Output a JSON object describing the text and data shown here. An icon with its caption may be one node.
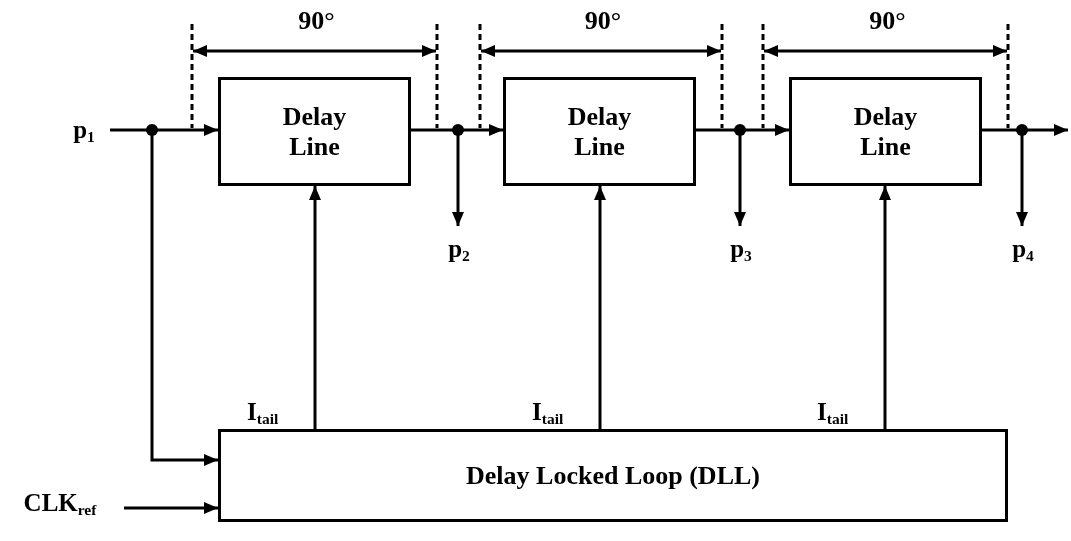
{
  "diagram": {
    "nodes": [
      {
        "text": [
          "p$_{1}$"
        ]
      },
      {
        "text": [
          "Delay Line"
        ]
      },
      {
        "text": [
          "Delay Line"
        ]
      },
      {
        "text": [
          "Delay Line"
        ]
      },
      {
        "text": [
          "Delay Locked Loop (DLL)"
        ]
      },
      {
        "text": [
          "p$_{2}$"
        ]
      },
      {
        "text": [
          "p$_{3}$"
        ]
      },
      {
        "text": [
          "p$_{4}$"
        ]
      },
      {
        "text": [
          "CLK$_{ref}$"
        ]
      }
    ],
    "edges": [
      {
        "from": 0,
        "to": 1,
        "arrow": "to"
      },
      {
        "from": 0,
        "to": 4,
        "arrow": "to"
      },
      {
        "from": 1,
        "to": 2,
        "arrow": "to"
      },
      {
        "from": 1,
        "to": 5,
        "arrow": "to"
      },
      {
        "from": 2,
        "to": 3,
        "arrow": "to"
      },
      {
        "from": 2,
        "to": 6,
        "arrow": "to"
      },
      {
        "from": 3,
        "to": null,
        "arrow": "to"
      },
      {
        "from": 3,
        "to": 7,
        "arrow": "to"
      },
      {
        "from": 4,
        "to": 1,
        "arrow": "to",
        "label": "I$_{tail}$"
      },
      {
        "from": 4,
        "to": 2,
        "arrow": "to",
        "label": "I$_{tail}$"
      },
      {
        "from": 4,
        "to": 3,
        "arrow": "to",
        "label": "I$_{tail}$"
      },
      {
        "from": 8,
        "to": 4,
        "arrow": "to"
      }
    ],
    "labels": [
      "90°",
      "90°",
      "90°"
    ]
  }
}
